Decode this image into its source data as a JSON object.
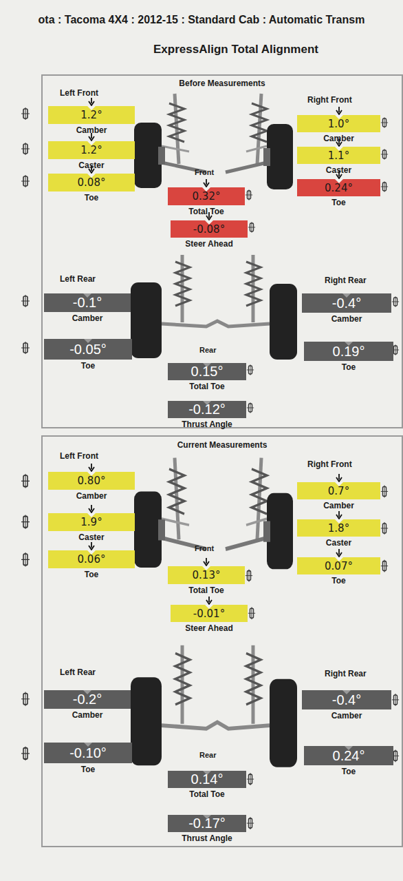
{
  "diagram": {
    "title": "ota : Tacoma 4X4 : 2012-15 : Standard Cab : Automatic Transm",
    "nodes": [
      {
        "text": [
          "Before Measurements"
        ]
      },
      {
        "text": [
          "1.2°",
          "Camber"
        ],
        "in": 0
      },
      {
        "text": [
          "1.2°",
          "Caster"
        ],
        "in": 0
      },
      {
        "text": [
          "0.08°",
          "Toe"
        ],
        "in": 0
      },
      {
        "text": [
          "1.0°",
          "Camber"
        ],
        "in": 0
      },
      {
        "text": [
          "1.1°",
          "Caster"
        ],
        "in": 0
      },
      {
        "text": [
          "0.24°",
          "Toe"
        ],
        "in": 0
      },
      {
        "text": [
          "0.32°",
          "Total Toe"
        ],
        "in": 0
      },
      {
        "text": [
          "-0.08°",
          "Steer Ahead"
        ],
        "in": 0
      },
      {
        "text": [
          "-0.1°",
          "Camber"
        ],
        "in": 0
      },
      {
        "text": [
          "-0.05°",
          "Toe"
        ],
        "in": 0
      },
      {
        "text": [
          "-0.4°",
          "Camber"
        ],
        "in": 0
      },
      {
        "text": [
          "0.19°",
          "Toe"
        ],
        "in": 0
      },
      {
        "text": [
          "0.15°",
          "Total Toe"
        ],
        "in": 0
      },
      {
        "text": [
          "-0.12°",
          "Thrust Angle"
        ],
        "in": 0
      },
      {
        "text": [
          "Current Measurements"
        ]
      },
      {
        "text": [
          "0.80°",
          "Camber"
        ],
        "in": 15
      },
      {
        "text": [
          "1.9°",
          "Caster"
        ],
        "in": 15
      },
      {
        "text": [
          "0.06°",
          "Toe"
        ],
        "in": 15
      },
      {
        "text": [
          "0.7°",
          "Camber"
        ],
        "in": 15
      },
      {
        "text": [
          "1.8°",
          "Caster"
        ],
        "in": 15
      },
      {
        "text": [
          "0.07°",
          "Toe"
        ],
        "in": 15
      },
      {
        "text": [
          "0.13°",
          "Total Toe"
        ],
        "in": 15
      },
      {
        "text": [
          "-0.01°",
          "Steer Ahead"
        ],
        "in": 15
      },
      {
        "text": [
          "-0.2°",
          "Camber"
        ],
        "in": 15
      },
      {
        "text": [
          "-0.10°",
          "Toe"
        ],
        "in": 15
      },
      {
        "text": [
          "-0.4°",
          "Camber"
        ],
        "in": 15
      },
      {
        "text": [
          "0.24°",
          "Toe"
        ],
        "in": 15
      },
      {
        "text": [
          "0.14°",
          "Total Toe"
        ],
        "in": 15
      },
      {
        "text": [
          "-0.17°",
          "Thrust Angle"
        ],
        "in": 15
      }
    ],
    "labels": [
      "ExpressAlign Total Alignment",
      "Left Front",
      "Right Front",
      "Front",
      "Left Rear",
      "Right Rear",
      "Rear",
      "Left Front",
      "Right Front",
      "Front",
      "Left Rear",
      "Right Rear",
      "Rear"
    ]
  }
}
